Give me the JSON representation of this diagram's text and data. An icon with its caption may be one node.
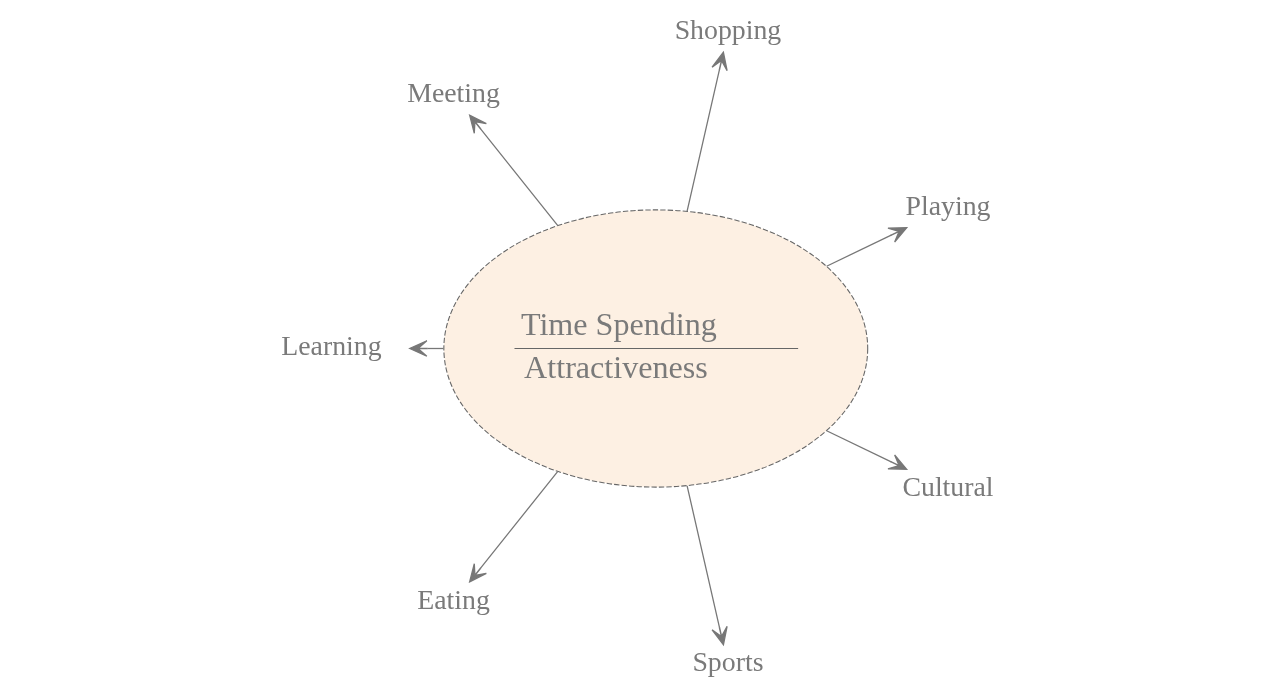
{
  "diagram": {
    "nodes": [
      {
        "text": [
          "Time Spending",
          "Attractiveness"
        ]
      },
      {
        "text": [
          "Playing"
        ]
      },
      {
        "text": [
          "Shopping"
        ]
      },
      {
        "text": [
          "Meeting"
        ]
      },
      {
        "text": [
          "Learning"
        ]
      },
      {
        "text": [
          "Eating"
        ]
      },
      {
        "text": [
          "Sports"
        ]
      },
      {
        "text": [
          "Cultural"
        ]
      }
    ],
    "edges": [
      {
        "from": 0,
        "to": 1,
        "arrow": "to"
      },
      {
        "from": 0,
        "to": 2,
        "arrow": "to"
      },
      {
        "from": 0,
        "to": 3,
        "arrow": "to"
      },
      {
        "from": 0,
        "to": 4,
        "arrow": "to"
      },
      {
        "from": 0,
        "to": 5,
        "arrow": "to"
      },
      {
        "from": 0,
        "to": 6,
        "arrow": "to"
      },
      {
        "from": 0,
        "to": 7,
        "arrow": "to"
      }
    ]
  }
}
